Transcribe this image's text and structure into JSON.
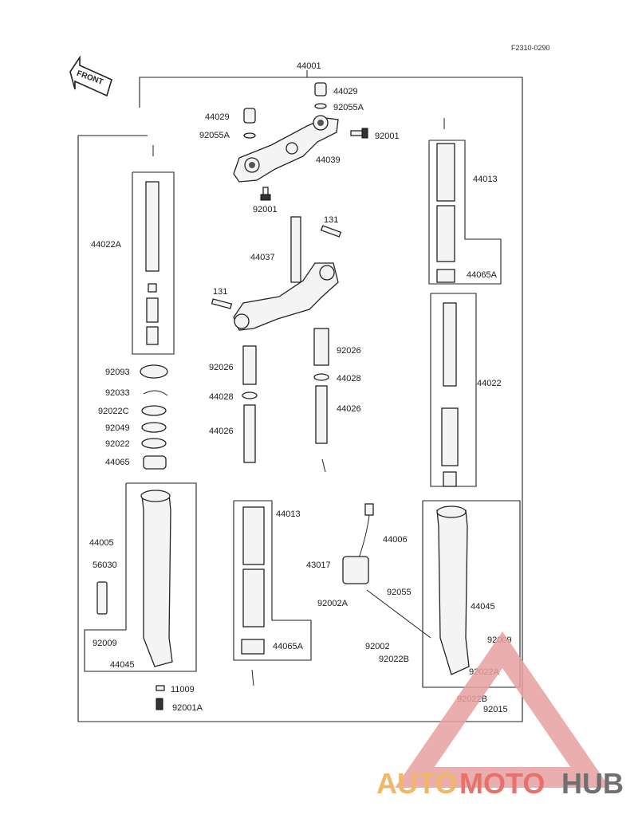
{
  "diagram": {
    "ref_code": "F2310-0290",
    "front_label": "FRONT",
    "labels": {
      "l44001": "44001",
      "l44029_top": "44029",
      "l92055A_top": "92055A",
      "l44029_left": "44029",
      "l92055A_left": "92055A",
      "l92001_right": "92001",
      "l44039": "44039",
      "l92001_below": "92001",
      "l131_top": "131",
      "l44037": "44037",
      "l131_left": "131",
      "l44022A": "44022A",
      "l92093": "92093",
      "l92033": "92033",
      "l92022C": "92022C",
      "l92049": "92049",
      "l92022": "92022",
      "l44065_left": "44065",
      "l92026_left": "92026",
      "l44028_left": "44028",
      "l44026_left": "44026",
      "l92026_right": "92026",
      "l44028_right": "44028",
      "l44026_right": "44026",
      "l44013_right": "44013",
      "l44065A_right": "44065A",
      "l44022": "44022",
      "l44005": "44005",
      "l56030": "56030",
      "l92009_left": "92009",
      "l44045_left": "44045",
      "l11009": "11009",
      "l92001A": "92001A",
      "l44013_center": "44013",
      "l44065A_center": "44065A",
      "l43017": "43017",
      "l92002A": "92002A",
      "l92055": "92055",
      "l44006": "44006",
      "l44045_right": "44045",
      "l92009_right": "92009",
      "l92002": "92002",
      "l92022B": "92022B",
      "l92022A": "92022A",
      "l92022B_low": "92022B",
      "l92015": "92015"
    }
  },
  "watermark": {
    "part_a": "AUTO",
    "part_b": "MOTO",
    "part_c": "HUB"
  }
}
